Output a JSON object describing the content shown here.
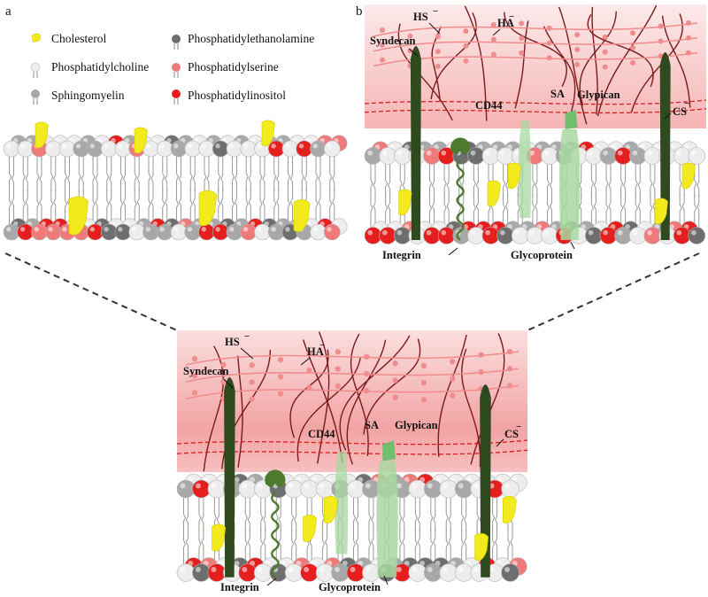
{
  "panels": {
    "a": "a",
    "b": "b"
  },
  "legend": {
    "items": [
      {
        "key": "cholesterol",
        "label": "Cholesterol",
        "color": "#f2ea1c"
      },
      {
        "key": "pe",
        "label": "Phosphatidylethanolamine",
        "color": "#6e6e6e"
      },
      {
        "key": "pc",
        "label": "Phosphatidylcholine",
        "color": "#ededed"
      },
      {
        "key": "ps",
        "label": "Phosphatidylserine",
        "color": "#f07a7a"
      },
      {
        "key": "sm",
        "label": "Sphingomyelin",
        "color": "#a8a8a8"
      },
      {
        "key": "pi",
        "label": "Phosphatidylinositol",
        "color": "#e51e1e"
      }
    ]
  },
  "labels": {
    "hs": "HS",
    "ha": "HA",
    "syndecan": "Syndecan",
    "cd44": "CD44",
    "sa": "SA",
    "glypican": "Glypican",
    "cs": "CS",
    "integrin": "Integrin",
    "glycoprotein": "Glycoprotein",
    "minus": "−"
  },
  "colors": {
    "glycocalyx_top": "#f9d5d5",
    "glycocalyx_bottom": "#f3a3a3",
    "dark_chain": "#7a1a1a",
    "light_chain": "#ef8c8c",
    "red_chain": "#d12020",
    "syndecan": "#2e4a1e",
    "glypican": "#6fbf6f",
    "cd44": "#a8d8a0",
    "integrin": "#4e7a2e"
  }
}
